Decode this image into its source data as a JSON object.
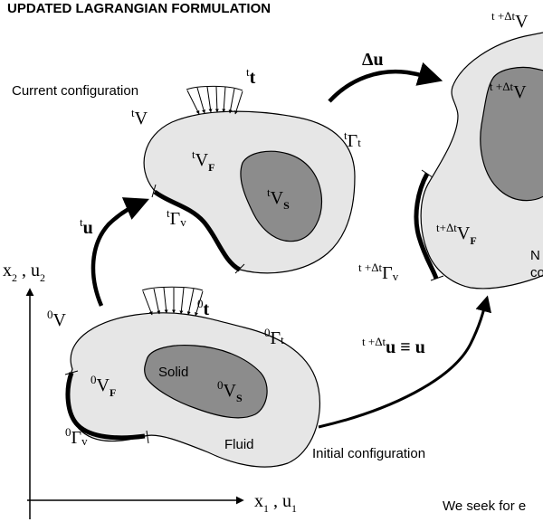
{
  "title": "UPDATED LAGRANGIAN FORMULATION",
  "captions": {
    "current": "Current configuration",
    "initial": "Initial configuration",
    "bottom_text": "We seek for e",
    "right_partial_1": "N",
    "right_partial_2": "co"
  },
  "materials": {
    "solid": "Solid",
    "fluid": "Fluid"
  },
  "axes": {
    "vertical": {
      "base": "x",
      "sub1": "2",
      "sep": " , ",
      "base2": "u",
      "sub2": "2"
    },
    "horizontal": {
      "base": "x",
      "sub1": "1",
      "sep": " , ",
      "base2": "u",
      "sub2": "1"
    }
  },
  "labels": {
    "t_sup": "t",
    "zero_sup": "0",
    "tdt_sup": "t +Δt",
    "tdt_sup_b": "t+Δt",
    "V": "V",
    "F": "F",
    "S": "S",
    "u": "u",
    "t": "t",
    "Gamma": "Γ",
    "v": "v",
    "delta_u": "Δu",
    "equiv": " ≡ u"
  },
  "colors": {
    "fluid": "#e6e6e6",
    "solid": "#8c8c8c",
    "stroke": "#000000"
  }
}
